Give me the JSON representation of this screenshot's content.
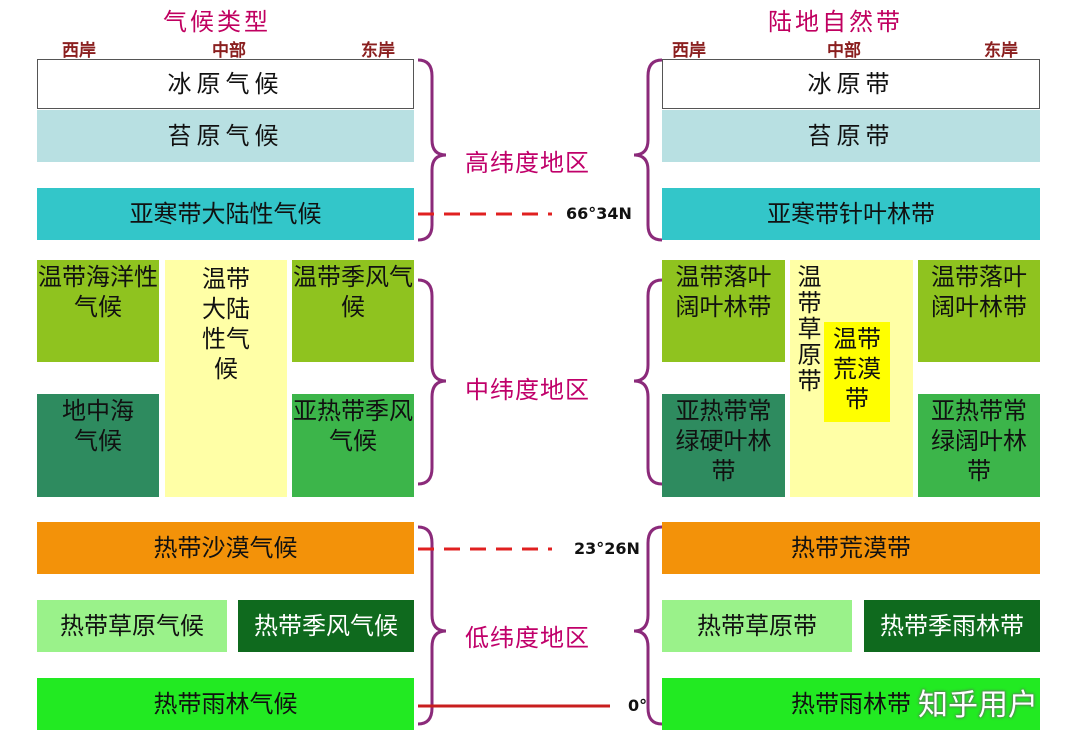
{
  "left_title": "气候类型",
  "right_title": "陆地自然带",
  "positions": {
    "west": "西岸",
    "middle": "中部",
    "east": "东岸"
  },
  "regions": {
    "high": "高纬度地区",
    "mid": "中纬度地区",
    "low": "低纬度地区"
  },
  "latitudes": {
    "arctic": "66°34N",
    "tropic": "23°26N",
    "equator": "0°"
  },
  "climate": {
    "ice_cap": "冰原气候",
    "tundra": "苔原气候",
    "subarctic_continental": "亚寒带大陆性气候",
    "temperate_maritime": "温带海洋性气候",
    "temperate_continental": "温带大陆性气候",
    "temperate_monsoon": "温带季风气候",
    "mediterranean": "地中海气候",
    "subtropical_monsoon": "亚热带季风气候",
    "tropical_desert": "热带沙漠气候",
    "tropical_savanna": "热带草原气候",
    "tropical_monsoon": "热带季风气候",
    "tropical_rainforest": "热带雨林气候"
  },
  "zones": {
    "ice_sheet": "冰原带",
    "tundra": "苔原带",
    "taiga": "亚寒带针叶林带",
    "temperate_deciduous_west": "温带落叶阔叶林带",
    "temperate_steppe": "温带草原带",
    "temperate_desert": "温带荒漠带",
    "temperate_deciduous_east": "温带落叶阔叶林带",
    "subtropical_sclerophyll": "亚热带常绿硬叶林带",
    "subtropical_evergreen": "亚热带常绿阔叶林带",
    "tropical_desert": "热带荒漠带",
    "tropical_savanna": "热带草原带",
    "tropical_monsoon_forest": "热带季雨林带",
    "tropical_rainforest": "热带雨林带"
  },
  "watermark": "知乎用户",
  "colors": {
    "title": "#c00060",
    "ice": "#ffffff",
    "tundra": "#b8e0e2",
    "subarctic": "#33c6c9",
    "temperate_olive": "#8fc31f",
    "temperate_continental": "#ffffa6",
    "temperate_desert": "#ffff00",
    "subtropical_monsoon": "#3cb54a",
    "mediterranean": "#2e8b5f",
    "tropical_desert": "#f39209",
    "tropical_savanna": "#9af28a",
    "tropical_monsoon": "#0f6a1e",
    "tropical_rainforest": "#22ea22",
    "brace": "#8b2a7a",
    "lat_line": "#e02020"
  }
}
